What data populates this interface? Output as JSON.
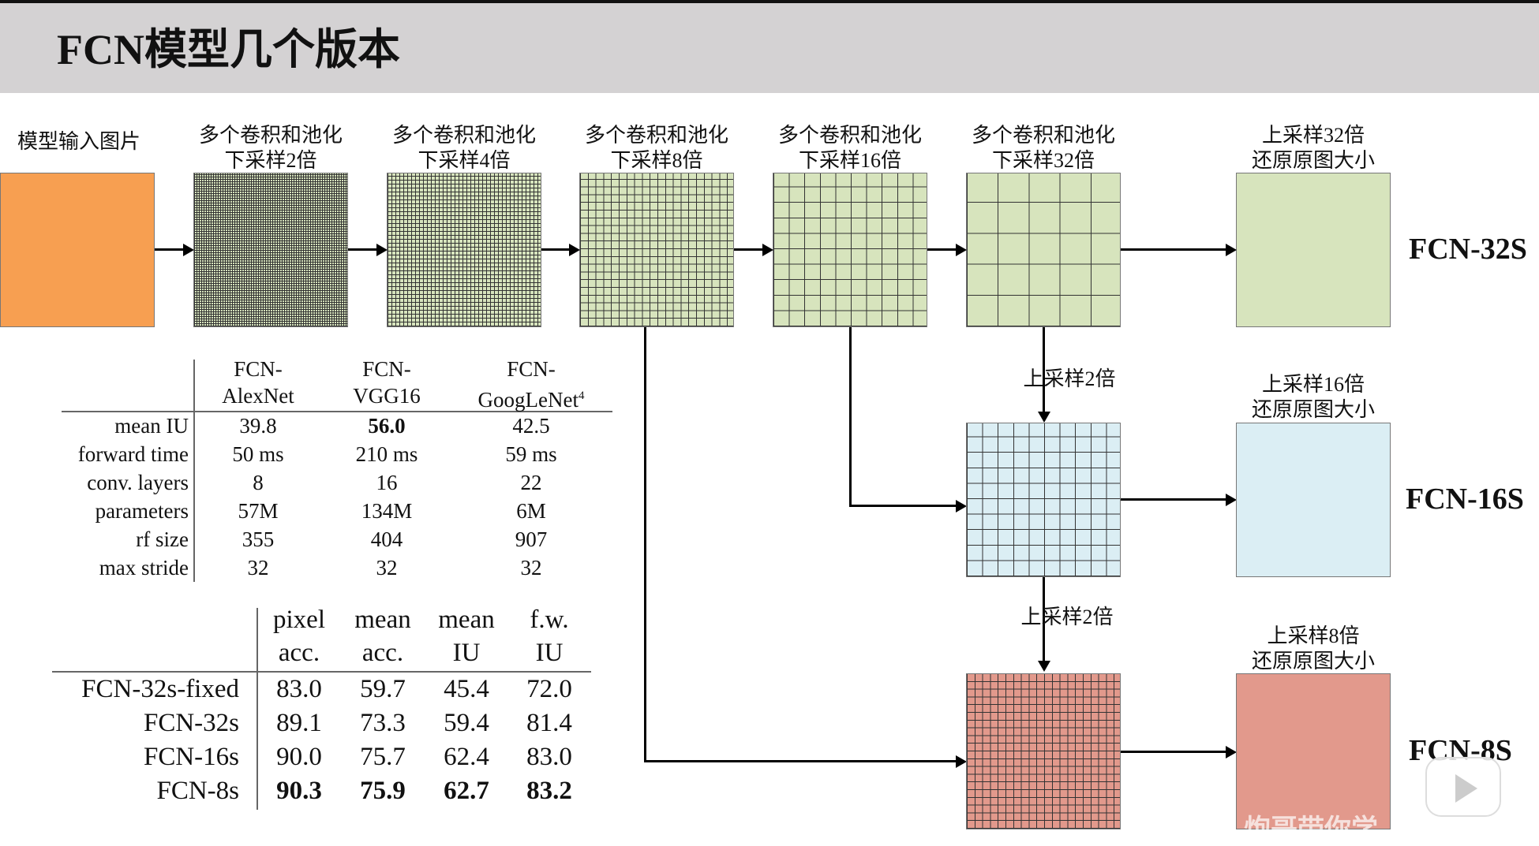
{
  "title": "FCN模型几个版本",
  "stages": [
    {
      "line1": "模型输入图片",
      "line2": ""
    },
    {
      "line1": "多个卷积和池化",
      "line2": "下采样2倍"
    },
    {
      "line1": "多个卷积和池化",
      "line2": "下采样4倍"
    },
    {
      "line1": "多个卷积和池化",
      "line2": "下采样8倍"
    },
    {
      "line1": "多个卷积和池化",
      "line2": "下采样16倍"
    },
    {
      "line1": "多个卷积和池化",
      "line2": "下采样32倍"
    }
  ],
  "outputs": [
    {
      "line1": "上采样32倍",
      "line2": "还原原图大小",
      "name": "FCN-32S"
    },
    {
      "line1": "上采样16倍",
      "line2": "还原原图大小",
      "name": "FCN-16S"
    },
    {
      "line1": "上采样8倍",
      "line2": "还原原图大小",
      "name": "FCN-8S"
    }
  ],
  "upsample_label": "上采样2倍",
  "colors": {
    "input": "#f79f51",
    "feature": "#d7e4bd",
    "fcn16": "#dbeef4",
    "fcn8": "#e2998c",
    "header": "#d4d2d3"
  },
  "table1": {
    "columns": [
      [
        "FCN-",
        "AlexNet"
      ],
      [
        "FCN-",
        "VGG16"
      ],
      [
        "FCN-",
        "GoogLeNet",
        "4"
      ]
    ],
    "rows": [
      {
        "label": "mean IU",
        "values": [
          "39.8",
          "56.0",
          "42.5"
        ]
      },
      {
        "label": "forward time",
        "values": [
          "50 ms",
          "210 ms",
          "59 ms"
        ]
      },
      {
        "label": "conv. layers",
        "values": [
          "8",
          "16",
          "22"
        ]
      },
      {
        "label": "parameters",
        "values": [
          "57M",
          "134M",
          "6M"
        ]
      },
      {
        "label": "rf size",
        "values": [
          "355",
          "404",
          "907"
        ]
      },
      {
        "label": "max stride",
        "values": [
          "32",
          "32",
          "32"
        ]
      }
    ]
  },
  "table2": {
    "columns": [
      [
        "pixel",
        "acc."
      ],
      [
        "mean",
        "acc."
      ],
      [
        "mean",
        "IU"
      ],
      [
        "f.w.",
        "IU"
      ]
    ],
    "rows": [
      {
        "label": "FCN-32s-fixed",
        "values": [
          "83.0",
          "59.7",
          "45.4",
          "72.0"
        ]
      },
      {
        "label": "FCN-32s",
        "values": [
          "89.1",
          "73.3",
          "59.4",
          "81.4"
        ]
      },
      {
        "label": "FCN-16s",
        "values": [
          "90.0",
          "75.7",
          "62.4",
          "83.0"
        ]
      },
      {
        "label": "FCN-8s",
        "values": [
          "90.3",
          "75.9",
          "62.7",
          "83.2"
        ]
      }
    ]
  },
  "watermark": "炮哥带你学"
}
